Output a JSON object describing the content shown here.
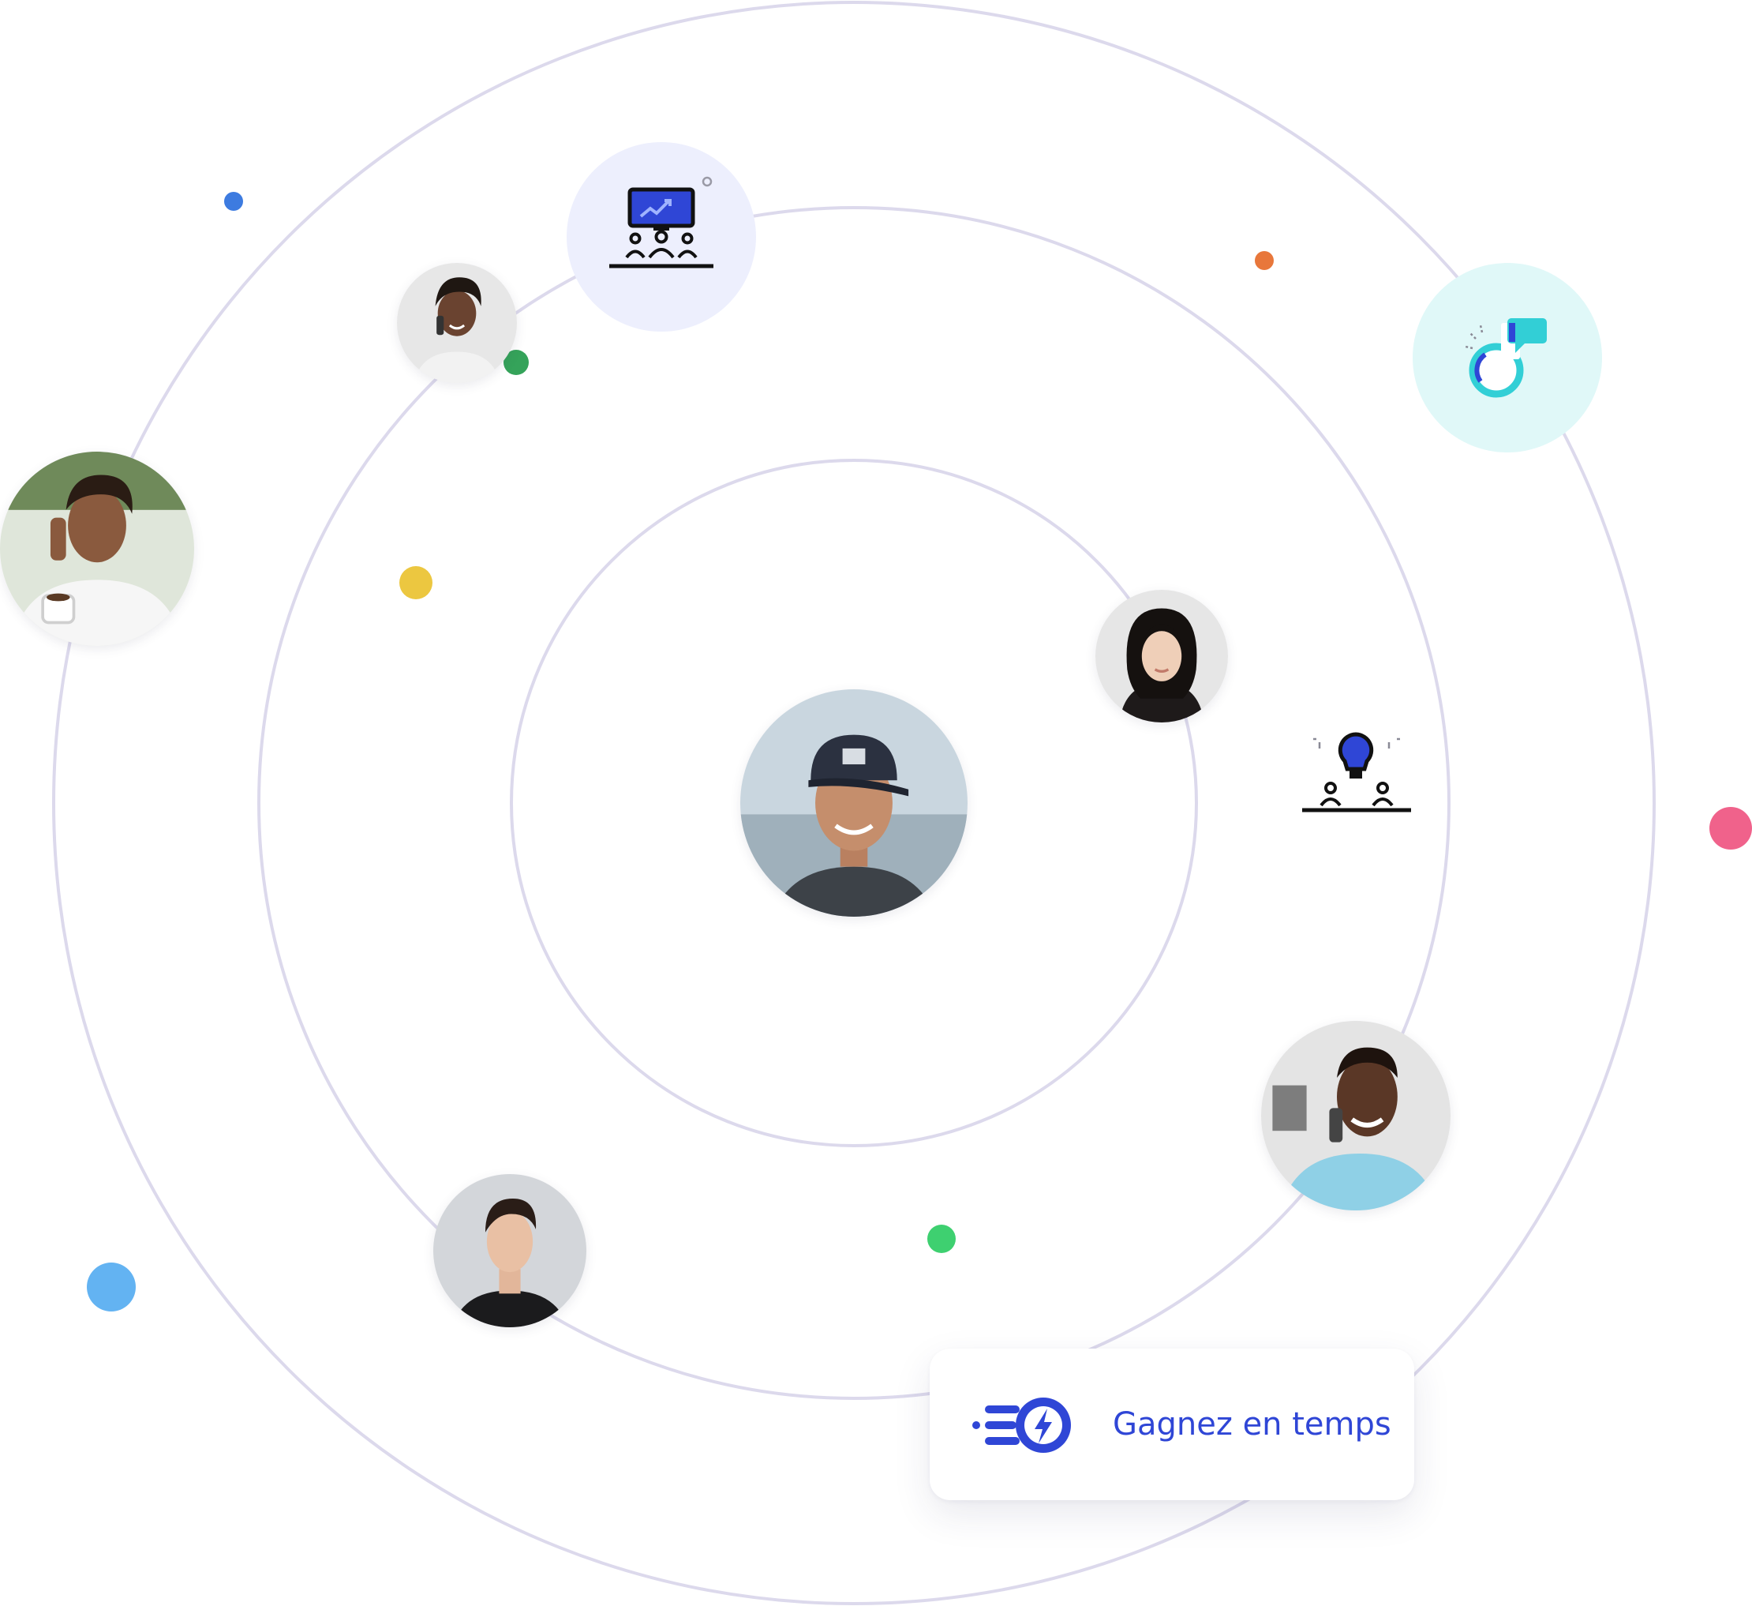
{
  "callout": {
    "text": "Gagnez en temps",
    "icon": "speed-lightning-icon",
    "color": "#2f46d6"
  },
  "colors": {
    "orbit_line": "#dcd9ec",
    "dot_blue": "#3d7be0",
    "dot_orange": "#e8773b",
    "dot_green_dark": "#35a35a",
    "dot_yellow": "#ecc740",
    "dot_pink": "#f0628b",
    "dot_light_blue": "#63b3f2",
    "dot_green": "#3ed070",
    "presentation_bubble": "#edeffd",
    "chat_bubble": "#e0f8f8",
    "icon_blue": "#2f46d6",
    "icon_teal": "#32cfd6"
  },
  "icons": [
    "presentation-chart-icon",
    "mobile-chat-icon",
    "idea-bulb-meeting-icon",
    "speed-lightning-icon"
  ],
  "avatars": [
    "center-man-cap-avatar",
    "woman-phone-avatar",
    "man-coffee-phone-avatar",
    "asian-woman-avatar",
    "man-smiling-phone-avatar",
    "young-man-avatar"
  ]
}
